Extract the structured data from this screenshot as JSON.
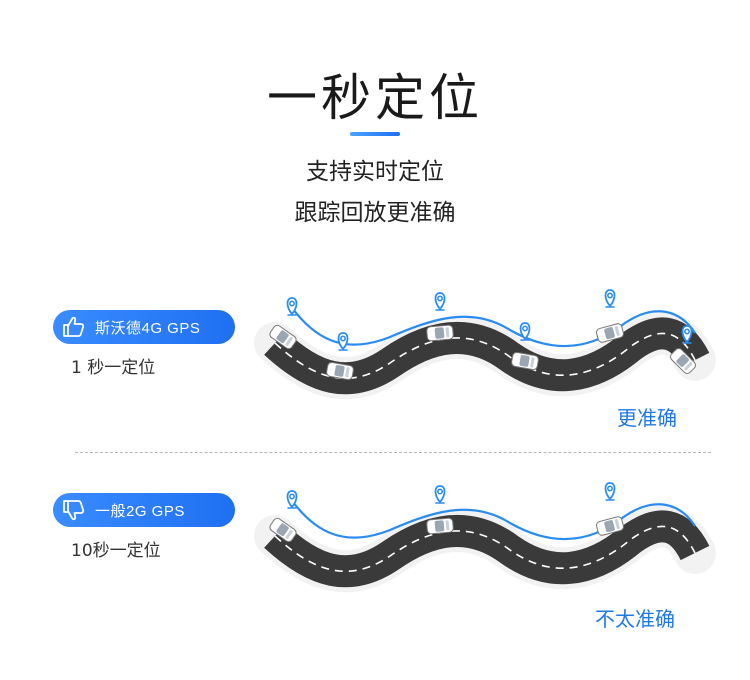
{
  "header": {
    "title": "一秒定位",
    "subtitle_line1": "支持实时定位",
    "subtitle_line2": "跟踪回放更准确"
  },
  "comparison": [
    {
      "badge_label": "斯沃德4G GPS",
      "badge_icon": "thumbs-up-icon",
      "caption": "1 秒一定位",
      "result": "更准确"
    },
    {
      "badge_label": "一般2G GPS",
      "badge_icon": "thumbs-down-icon",
      "caption": "10秒一定位",
      "result": "不太准确"
    }
  ],
  "colors": {
    "accent": "#1f6ff2",
    "track_line": "#2a8cf0",
    "road": "#3a3a3a",
    "result_text": "#1f78e6"
  }
}
